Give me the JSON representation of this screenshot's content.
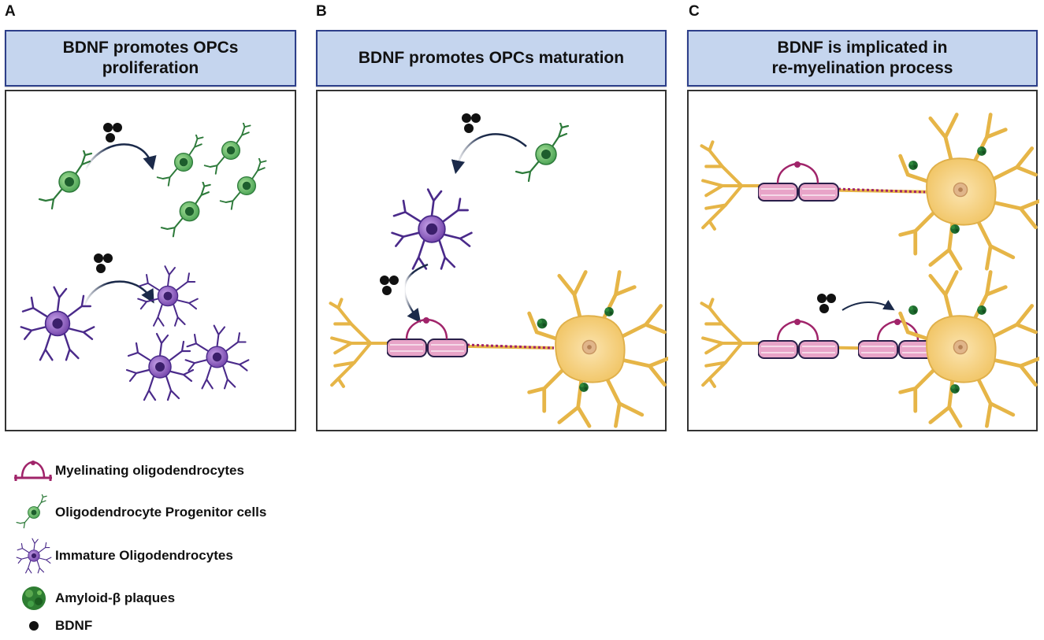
{
  "panels": [
    {
      "letter": "A",
      "title_line1": "BDNF promotes OPCs",
      "title_line2": "proliferation"
    },
    {
      "letter": "B",
      "title_line1": "BDNF promotes OPCs maturation",
      "title_line2": ""
    },
    {
      "letter": "C",
      "title_line1": "BDNF is implicated in",
      "title_line2": "re-myelination process"
    }
  ],
  "legend": [
    {
      "label": "Myelinating oligodendrocytes",
      "icon": "myelinating-oligodendrocyte-icon"
    },
    {
      "label": "Oligodendrocyte Progenitor cells",
      "icon": "opc-cell-icon"
    },
    {
      "label": "Immature Oligodendrocytes",
      "icon": "immature-oligodendrocyte-icon"
    },
    {
      "label": "Amyloid-β plaques",
      "icon": "amyloid-plaque-icon"
    },
    {
      "label": "BDNF",
      "icon": "bdnf-dot-icon"
    }
  ],
  "colors": {
    "header_bg": "#c5d5ee",
    "header_border": "#2d3f8a",
    "opc_green": "#5cb85c",
    "opc_dark": "#1f6f3a",
    "immature_purple": "#8a5bbf",
    "immature_dark": "#3b1f6b",
    "neuron_yellow": "#f2d08a",
    "neuron_dark": "#d9a836",
    "myelin_pink": "#e8a4c8",
    "myelin_dark": "#a0246a",
    "plaque_green": "#1e6b2e",
    "bdnf_black": "#111111"
  }
}
